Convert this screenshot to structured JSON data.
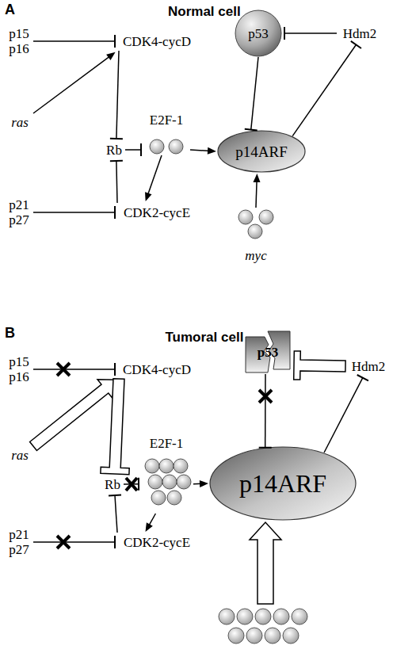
{
  "diagram": {
    "nodes": [
      {
        "text": [
          "p15 p16"
        ]
      },
      {
        "text": [
          "CDK4-cycD"
        ]
      },
      {
        "text": [
          "ras"
        ]
      },
      {
        "text": [
          "Rb"
        ]
      },
      {
        "text": [
          "E2F-1"
        ]
      },
      {
        "text": [
          "p21 p27"
        ]
      },
      {
        "text": [
          "CDK2-cycE"
        ]
      },
      {
        "text": [
          "p53"
        ]
      },
      {
        "text": [
          "Hdm2"
        ]
      },
      {
        "text": [
          "p14ARF"
        ]
      },
      {
        "text": [
          "myc"
        ]
      },
      {
        "text": [
          "p15 p16"
        ]
      },
      {
        "text": [
          "CDK4-cycD"
        ]
      },
      {
        "text": [
          "ras"
        ]
      },
      {
        "text": [
          "Rb"
        ]
      },
      {
        "text": [
          "E2F-1"
        ]
      },
      {
        "text": [
          "p21 p27"
        ]
      },
      {
        "text": [
          "CDK2-cycE"
        ]
      },
      {
        "text": [
          "p53"
        ]
      },
      {
        "text": [
          "Hdm2"
        ]
      },
      {
        "text": [
          "p14ARF"
        ]
      }
    ],
    "edges": [
      {
        "from": 0,
        "to": 1,
        "arrow": "to"
      },
      {
        "from": 2,
        "to": 1,
        "arrow": "to"
      },
      {
        "from": 1,
        "to": 3,
        "arrow": "to"
      },
      {
        "from": 3,
        "to": 4,
        "arrow": "to"
      },
      {
        "from": 4,
        "to": 9,
        "arrow": "to"
      },
      {
        "from": 4,
        "to": 6,
        "arrow": "to"
      },
      {
        "from": 6,
        "to": 3,
        "arrow": "to"
      },
      {
        "from": 5,
        "to": 6,
        "arrow": "to"
      },
      {
        "from": 10,
        "to": 9,
        "arrow": "to"
      },
      {
        "from": 7,
        "to": 9,
        "arrow": "to"
      },
      {
        "from": 8,
        "to": 7,
        "arrow": "to"
      },
      {
        "from": 9,
        "to": 8,
        "arrow": "to"
      },
      {
        "from": 11,
        "to": 12,
        "arrow": "to"
      },
      {
        "from": 13,
        "to": 12,
        "arrow": "to"
      },
      {
        "from": 12,
        "to": 14,
        "arrow": "to"
      },
      {
        "from": 14,
        "to": 15,
        "arrow": "to"
      },
      {
        "from": 15,
        "to": 20,
        "arrow": "to"
      },
      {
        "from": 15,
        "to": 17,
        "arrow": "to"
      },
      {
        "from": 17,
        "to": 14,
        "arrow": "to"
      },
      {
        "from": 16,
        "to": 17,
        "arrow": "to"
      },
      {
        "from": 18,
        "to": 20,
        "arrow": "to"
      },
      {
        "from": 19,
        "to": 18,
        "arrow": "to"
      },
      {
        "from": 20,
        "to": 19,
        "arrow": "to"
      }
    ],
    "labels": [
      "A",
      "Normal cell",
      "B",
      "Tumoral cell"
    ]
  }
}
